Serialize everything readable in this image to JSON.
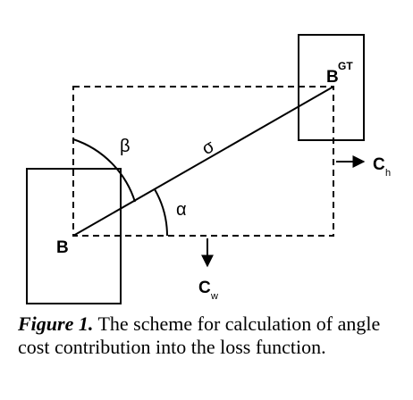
{
  "diagram": {
    "labels": {
      "predicted_box": "B",
      "gt_box_base": "B",
      "gt_box_sup": "GT",
      "beta": "β",
      "sigma": "σ",
      "alpha": "α",
      "ch_base": "C",
      "ch_sub": "h",
      "cw_base": "C",
      "cw_sub": "w"
    }
  },
  "caption": {
    "lead": "Figure 1.",
    "text": " The scheme for calculation of angle cost contribution into the loss function."
  }
}
